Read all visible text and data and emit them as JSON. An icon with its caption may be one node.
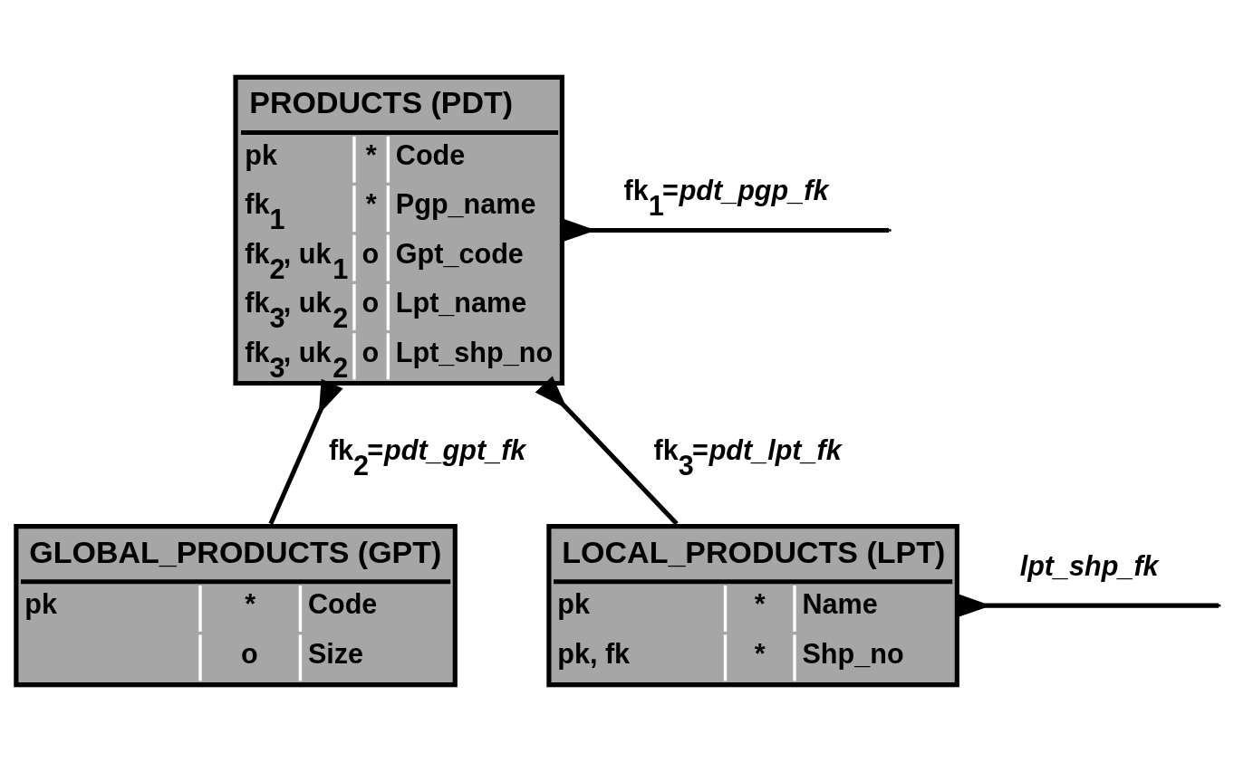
{
  "diagram": {
    "nodes": [
      {
        "text": [
          "PRODUCTS (PDT)",
          "pk * Code",
          "fk$_{1}$ * Pgp_name",
          "fk$_{2}$, uk$_{1}$ o Gpt_code",
          "fk$_{3}$, uk$_{2}$ o Lpt_name",
          "fk$_{3}$, uk$_{2}$ o Lpt_shp_no"
        ]
      },
      {
        "text": [
          "GLOBAL_PRODUCTS (GPT)",
          "pk * Code",
          "o Size"
        ]
      },
      {
        "text": [
          "LOCAL_PRODUCTS (LPT)",
          "pk * Name",
          "pk, fk * Shp_no"
        ]
      }
    ],
    "edges": [
      {
        "from": 0,
        "to": null,
        "arrow": "other",
        "label": "fk$_{1}$=*pdt_pgp_fk*"
      },
      {
        "from": 0,
        "to": 1,
        "arrow": "other",
        "label": "fk$_{2}$=*pdt_gpt_fk*"
      },
      {
        "from": 0,
        "to": 2,
        "arrow": "other",
        "label": "fk$_{3}$=*pdt_lpt_fk*"
      },
      {
        "from": 2,
        "to": null,
        "arrow": "other",
        "label": "*lpt_shp_fk*"
      }
    ]
  }
}
